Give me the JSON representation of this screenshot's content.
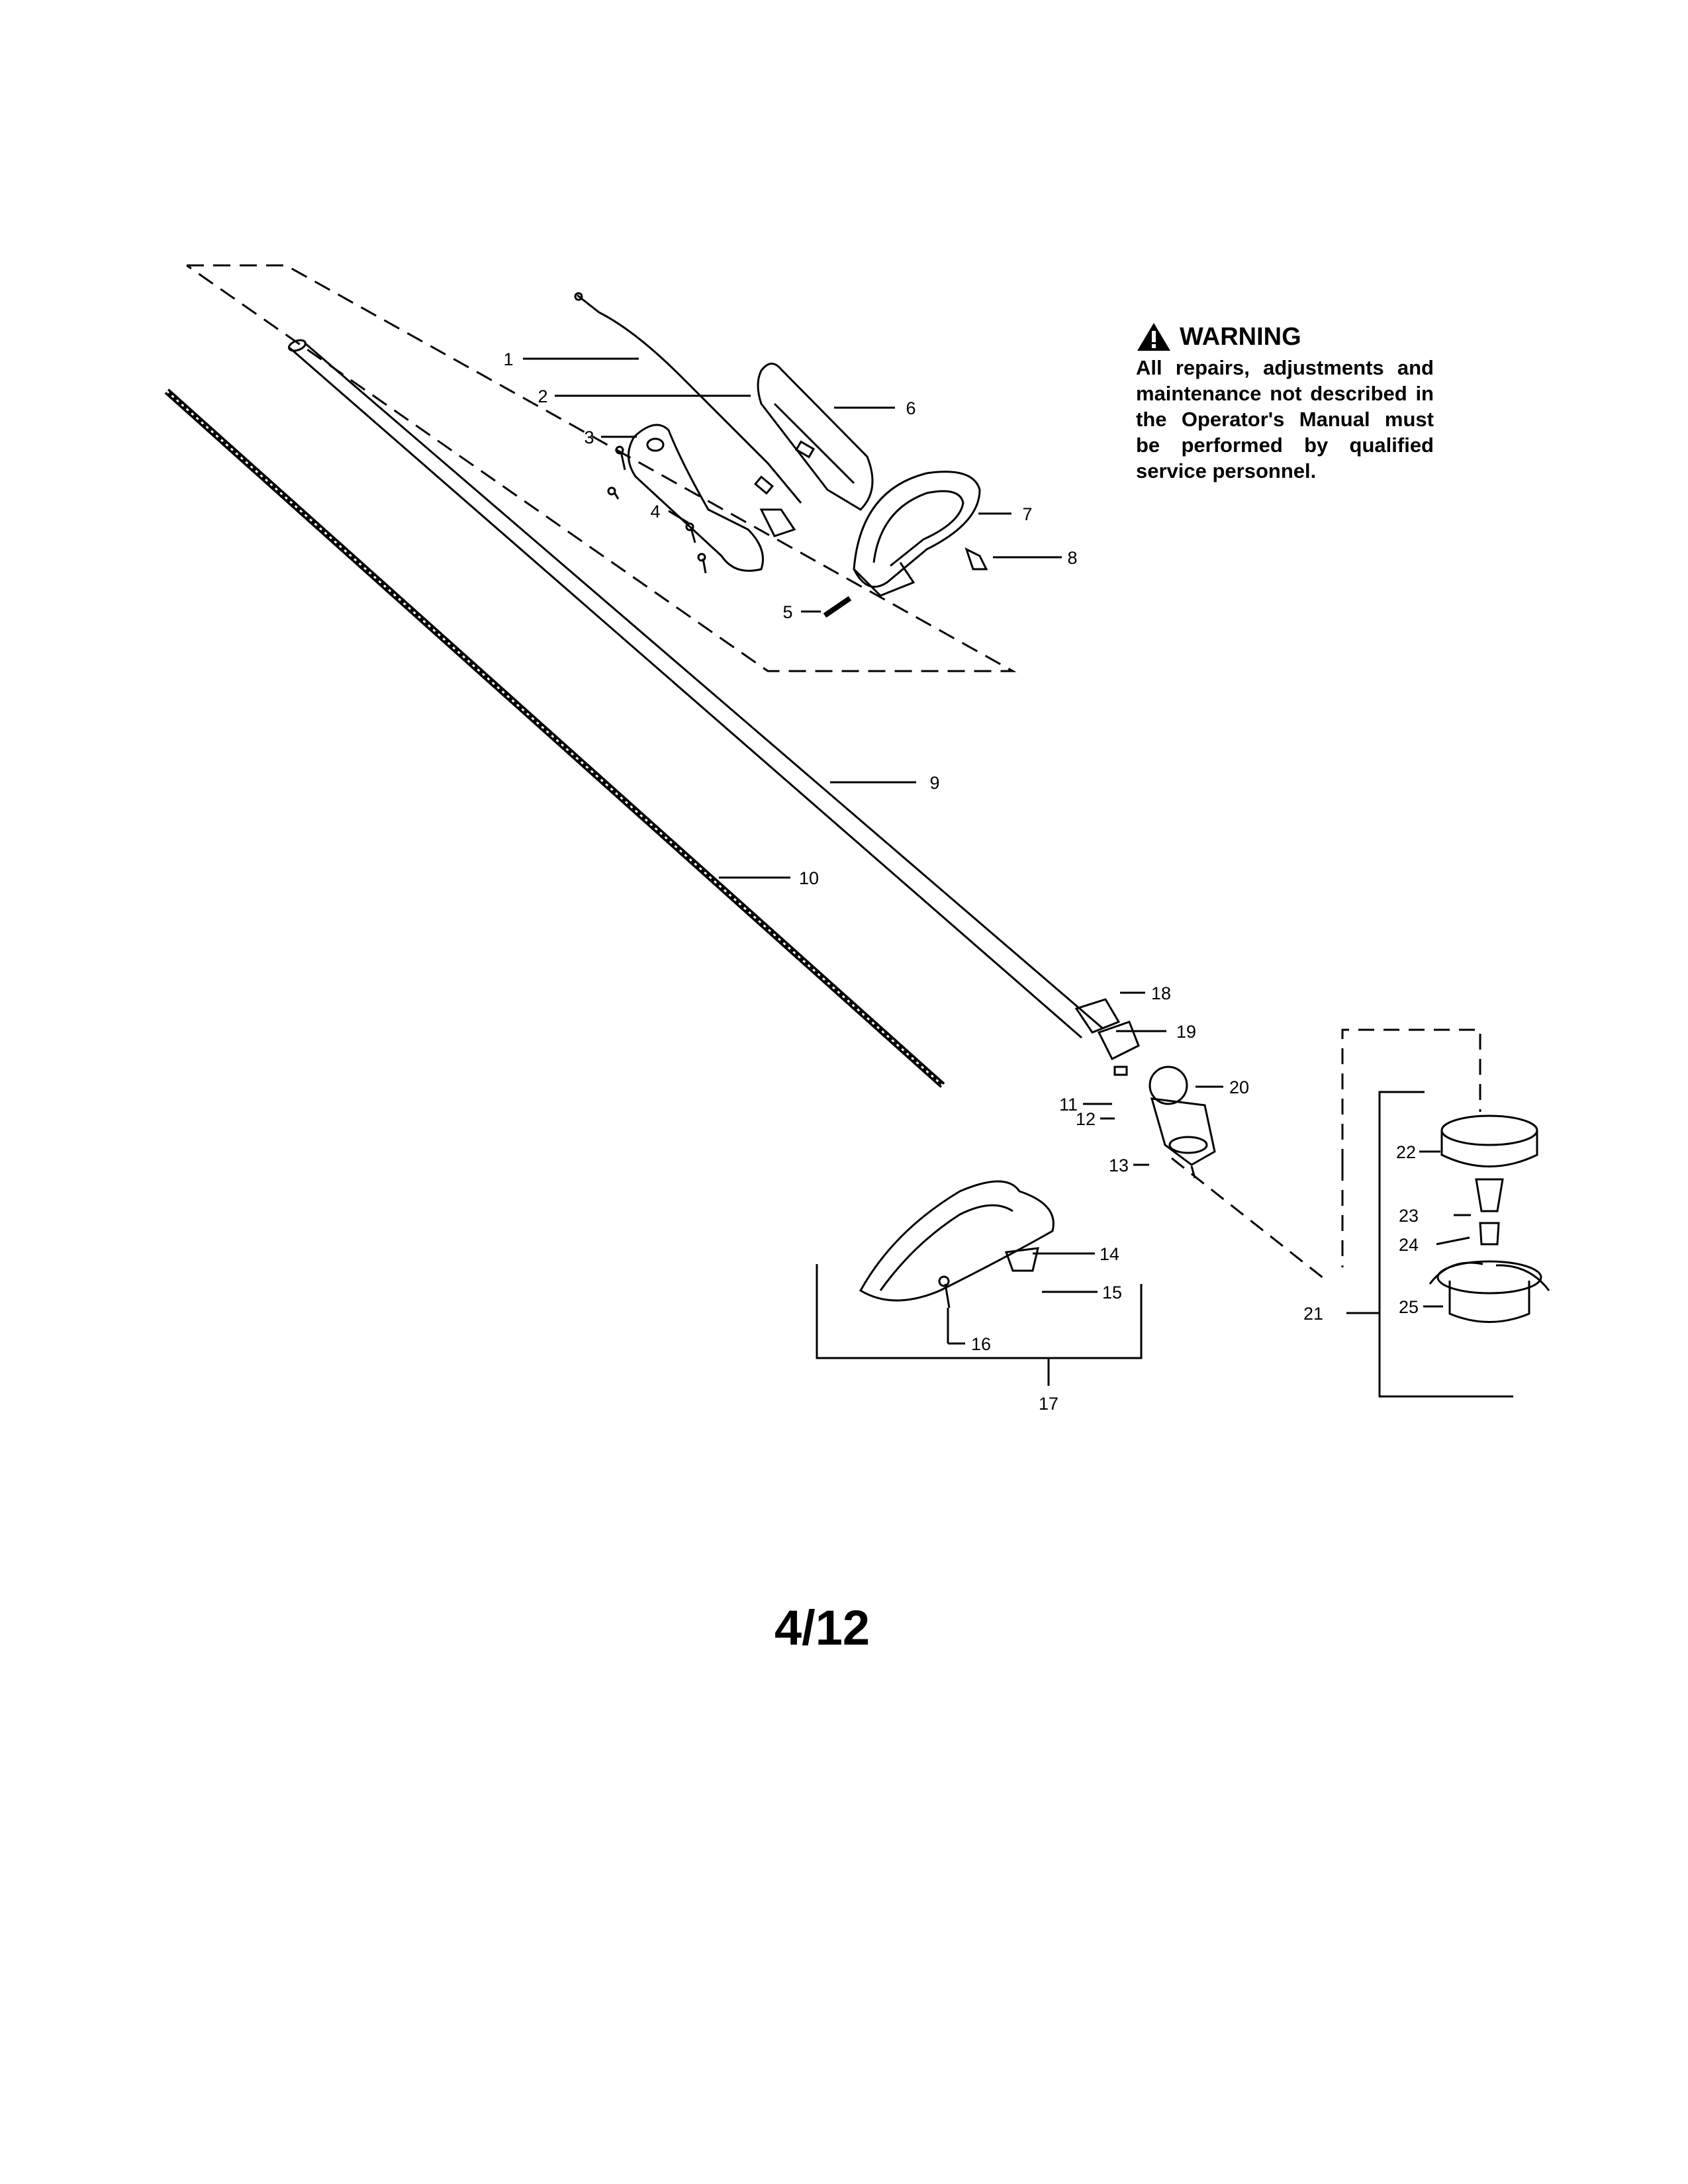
{
  "warning": {
    "title": "WARNING",
    "icon": "warning-triangle-icon",
    "body": "All repairs, adjustments and maintenance not described in the Operator's Manual must be performed by qualified service personnel."
  },
  "callouts": [
    "1",
    "2",
    "3",
    "4",
    "5",
    "6",
    "7",
    "8",
    "9",
    "10",
    "11",
    "12",
    "13",
    "14",
    "15",
    "16",
    "17",
    "18",
    "19",
    "20",
    "21",
    "22",
    "23",
    "24",
    "25"
  ],
  "page_number": "4/12"
}
